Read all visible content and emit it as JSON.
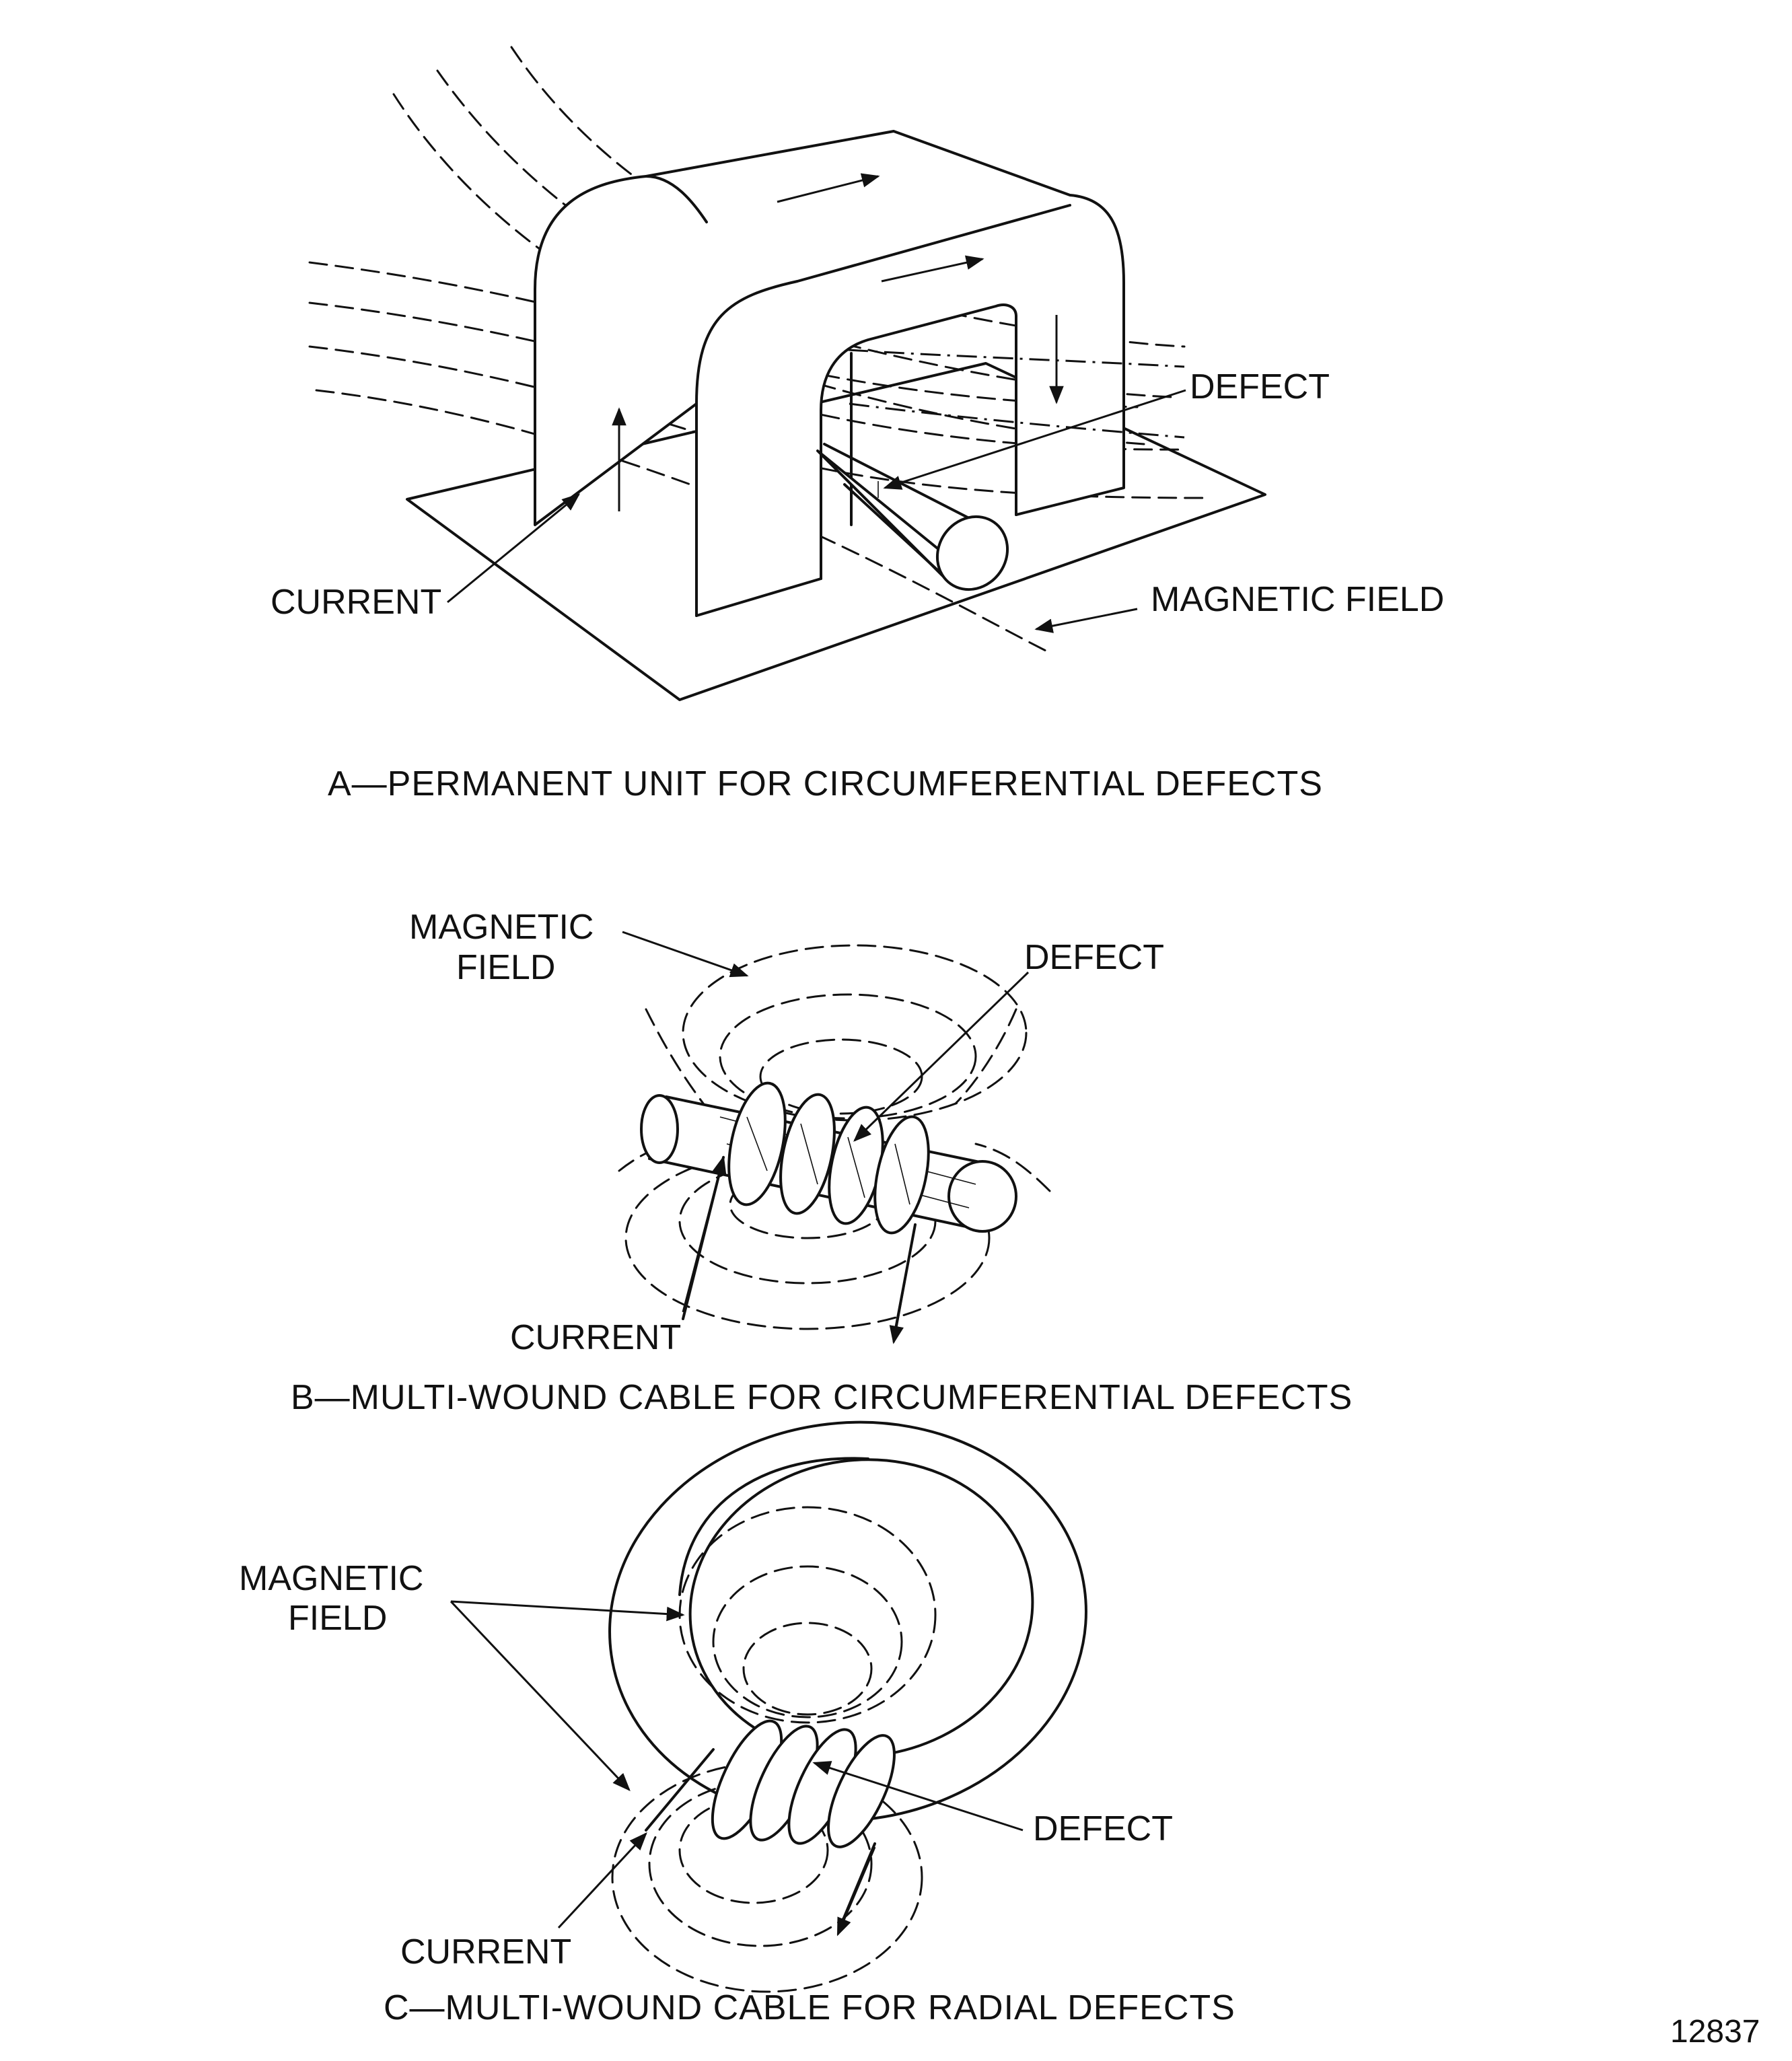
{
  "panel_a": {
    "label_defect": "DEFECT",
    "label_current": "CURRENT",
    "label_field": "MAGNETIC FIELD",
    "caption": "A—PERMANENT UNIT FOR CIRCUMFERENTIAL DEFECTS"
  },
  "panel_b": {
    "label_field_1": "MAGNETIC",
    "label_field_2": "FIELD",
    "label_defect": "DEFECT",
    "label_current": "CURRENT",
    "caption": "B—MULTI-WOUND CABLE FOR CIRCUMFERENTIAL DEFECTS"
  },
  "panel_c": {
    "label_field_1": "MAGNETIC",
    "label_field_2": "FIELD",
    "label_defect": "DEFECT",
    "label_current": "CURRENT",
    "caption": "C—MULTI-WOUND CABLE FOR RADIAL DEFECTS"
  },
  "figure_number": "12837"
}
